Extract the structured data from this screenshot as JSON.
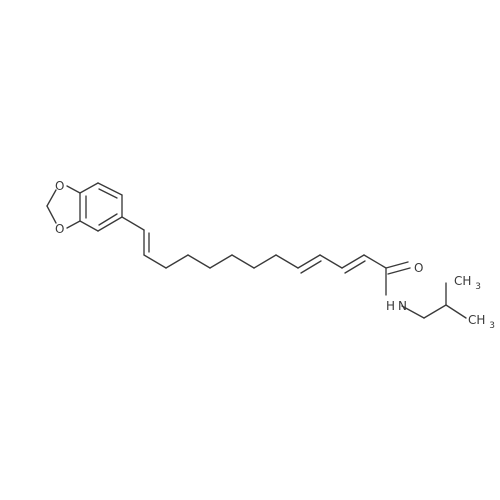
{
  "diagram": {
    "type": "chemical-structure",
    "atom_labels": {
      "o_top": "O",
      "o_bottom": "O",
      "o_carbonyl": "O",
      "nh": "N",
      "nh_h": "H",
      "ch3_top": "CH",
      "ch3_top_sub": "3",
      "ch3_bottom": "CH",
      "ch3_bottom_sub": "3"
    },
    "colors": {
      "bond": "#3a3a3a",
      "text": "#3a3a3a",
      "background": "#ffffff"
    }
  }
}
